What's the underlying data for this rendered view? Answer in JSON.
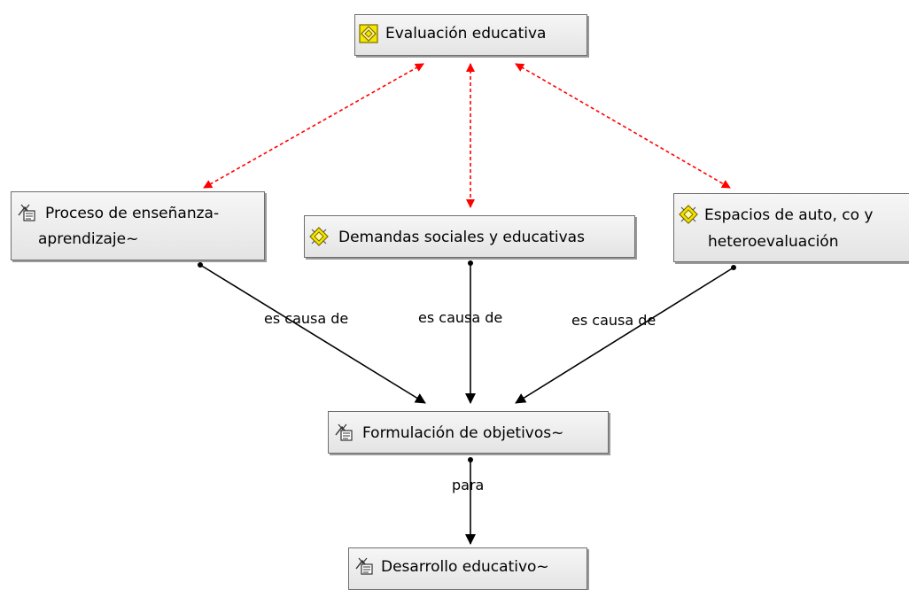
{
  "nodes": {
    "evaluacion": {
      "label": "Evaluación educativa",
      "icon": "code-family-icon"
    },
    "proceso": {
      "label_line1": "Proceso de enseñanza-",
      "label_line2": "aprendizaje~",
      "icon": "code-memo-icon"
    },
    "demandas": {
      "label": "Demandas sociales y educativas",
      "icon": "code-family-icon"
    },
    "espacios": {
      "label_line1": "Espacios de auto, co y",
      "label_line2": "heteroevaluación",
      "icon": "code-family-icon"
    },
    "formulacion": {
      "label": "Formulación de objetivos~",
      "icon": "code-memo-icon"
    },
    "desarrollo": {
      "label": "Desarrollo educativo~",
      "icon": "code-memo-icon"
    }
  },
  "relations": {
    "causa_1": "es causa de",
    "causa_2": "es causa de",
    "causa_3": "es causa de",
    "para": "para"
  },
  "colors": {
    "association_link": "#ff0000",
    "relation_link": "#000000",
    "family_icon_fill": "#f5e600",
    "family_icon_outline": "#7a6b00"
  }
}
